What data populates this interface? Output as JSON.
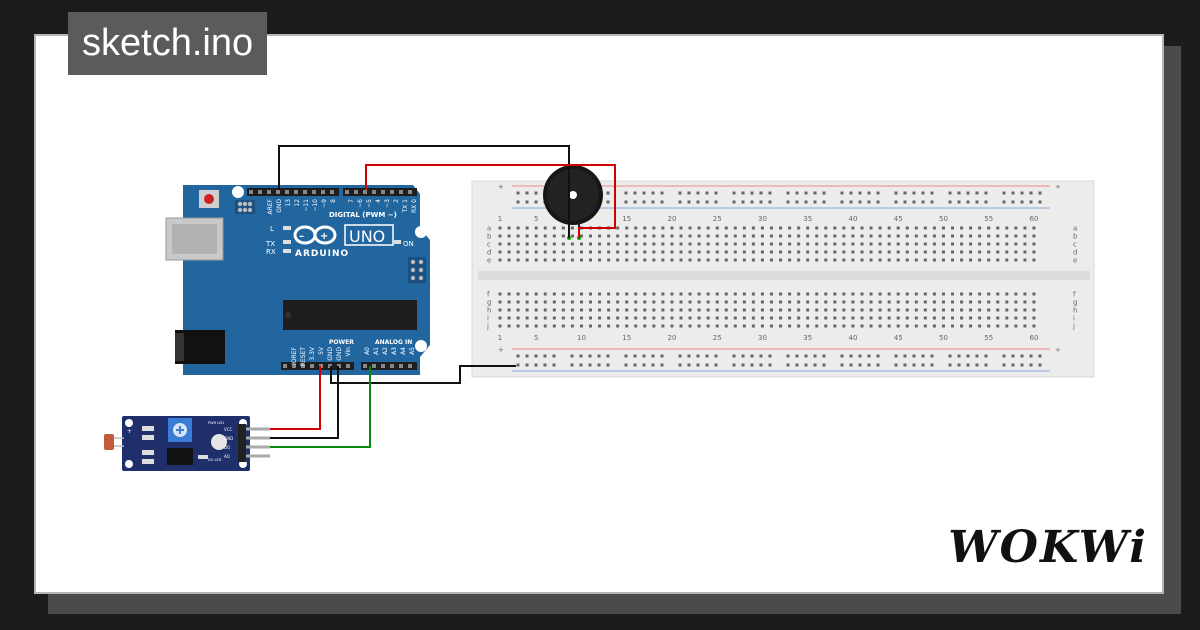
{
  "header": {
    "title": "sketch.ino"
  },
  "brand": {
    "logo_text": "WOKWi"
  },
  "arduino": {
    "model": "UNO",
    "brand": "ARDUINO",
    "digital_label": "DIGITAL (PWM ~)",
    "power_label": "POWER",
    "analog_label": "ANALOG IN",
    "on_label": "ON",
    "l_label": "L",
    "tx_label": "TX",
    "rx_label": "RX",
    "top_pins": [
      "AREF",
      "GND",
      "13",
      "12",
      "~11",
      "~10",
      "~9",
      "8",
      "7",
      "~6",
      "~5",
      "4",
      "~3",
      "2",
      "TX 1",
      "RX 0"
    ],
    "bottom_pins": [
      "IOREF",
      "RESET",
      "3.3V",
      "5V",
      "GND",
      "GND",
      "Vin",
      "A0",
      "A1",
      "A2",
      "A3",
      "A4",
      "A5"
    ]
  },
  "breadboard": {
    "col_numbers": [
      "1",
      "5",
      "10",
      "15",
      "20",
      "25",
      "30",
      "35",
      "40",
      "45",
      "50",
      "55",
      "60"
    ],
    "row_letters_top": [
      "a",
      "b",
      "c",
      "d",
      "e"
    ],
    "row_letters_bottom": [
      "f",
      "g",
      "h",
      "i",
      "j"
    ],
    "rail_plus": "+",
    "rail_minus": "-"
  },
  "sensor": {
    "pins": [
      "VCC",
      "GND",
      "DO",
      "AO"
    ],
    "labels": {
      "pwr": "PWR LED",
      "do_led": "DO LED"
    }
  },
  "colors": {
    "wire_red": "#d00000",
    "wire_black": "#111111",
    "wire_green": "#0a8a0a",
    "board_blue": "#2266a0",
    "sensor_blue": "#1e2f6b"
  }
}
